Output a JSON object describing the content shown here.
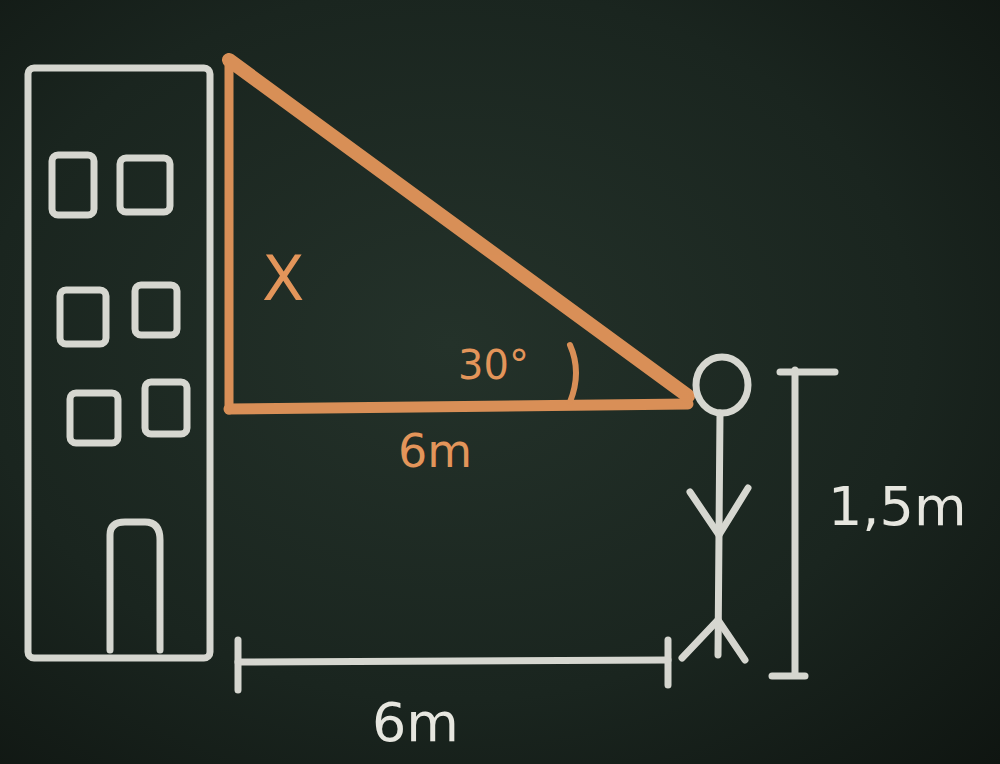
{
  "diagram": {
    "labels": [
      "X",
      "30°",
      "6m",
      "1,5m",
      "6m"
    ]
  }
}
